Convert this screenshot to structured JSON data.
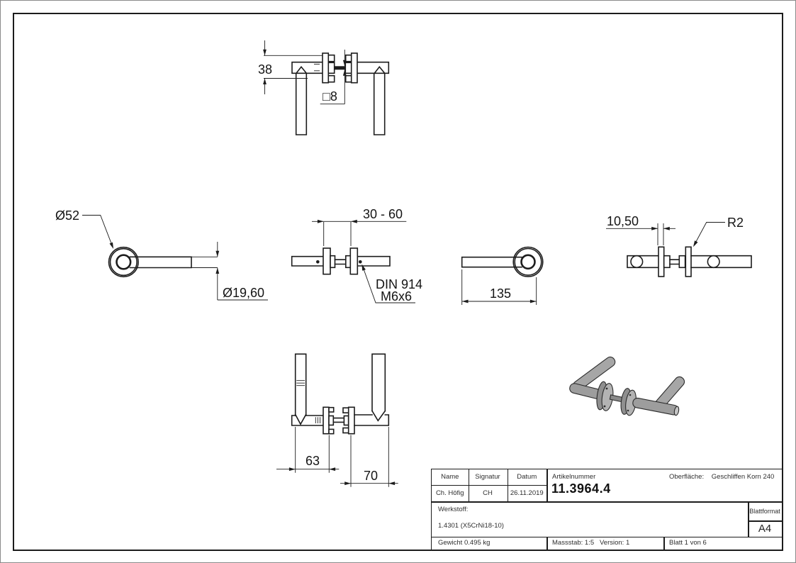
{
  "drawing": {
    "dims": {
      "top_width": "38",
      "top_square": "□8",
      "rosette_dia": "Ø52",
      "tube_dia": "Ø19,60",
      "door_range": "30 - 60",
      "din_line1": "DIN 914",
      "din_line2": "M6x6",
      "lever_length": "135",
      "rosette_thickness": "10,50",
      "radius": "R2",
      "offset_left": "63",
      "offset_right": "70"
    }
  },
  "title_block": {
    "name_header": "Name",
    "signatur_header": "Signatur",
    "datum_header": "Datum",
    "name_value": "Ch. Höfig",
    "signatur_value": "CH",
    "datum_value": "26.11.2019",
    "artikelnummer_label": "Artikelnummer",
    "artikelnummer_value": "11.3964.4",
    "oberflaeche_label": "Oberfläche:",
    "oberflaeche_value": "Geschliffen Korn 240",
    "werkstoff_label": "Werkstoff:",
    "werkstoff_value": "1.4301 (X5CrNi18-10)",
    "blattformat_label": "Blattformat",
    "blattformat_value": "A4",
    "gewicht": "Gewicht 0.495 kg",
    "massstab": "Massstab: 1:5",
    "version": "Version: 1",
    "blatt": "Blatt 1 von 6"
  },
  "colors": {
    "line": "#1c1c1c",
    "render_gray": "#a6a6a6",
    "paper": "#ffffff"
  }
}
